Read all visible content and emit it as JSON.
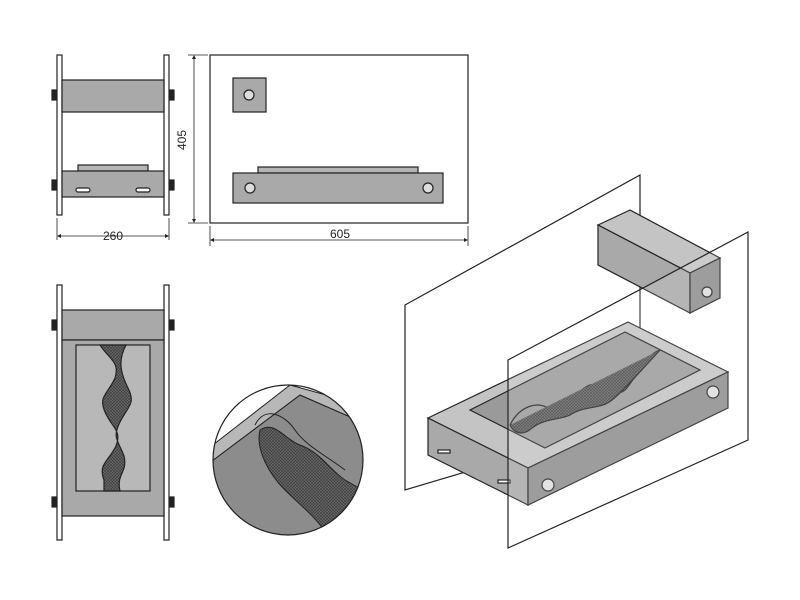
{
  "dimensions": {
    "width_side": "260",
    "height": "405",
    "width_front": "605"
  },
  "colors": {
    "steel": "#a9a9a9",
    "steel_light": "#c4c4c4",
    "steel_dark": "#8c8c8c",
    "outline": "#222222",
    "glass": "#ffffff",
    "mesh": "#555555"
  }
}
